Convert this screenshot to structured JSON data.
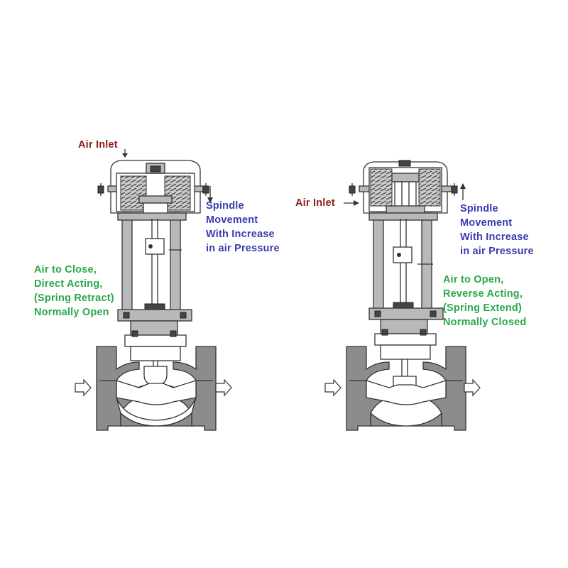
{
  "left_valve": {
    "air_inlet": "Air Inlet",
    "spindle": [
      "Spindle",
      "Movement",
      "With Increase",
      "in air Pressure"
    ],
    "mode": [
      "Air to Close,",
      "Direct Acting,",
      "(Spring Retract)",
      "Normally Open"
    ]
  },
  "right_valve": {
    "air_inlet": "Air Inlet",
    "spindle": [
      "Spindle",
      "Movement",
      "With Increase",
      "in air Pressure"
    ],
    "mode": [
      "Air to Open,",
      "Reverse Acting,",
      "(Spring Extend)",
      "Normally Closed"
    ]
  },
  "colors": {
    "air_inlet": "#8b1a1a",
    "spindle": "#3a3ab0",
    "mode": "#2aa84a",
    "body_metal": "#8c8c8c"
  }
}
